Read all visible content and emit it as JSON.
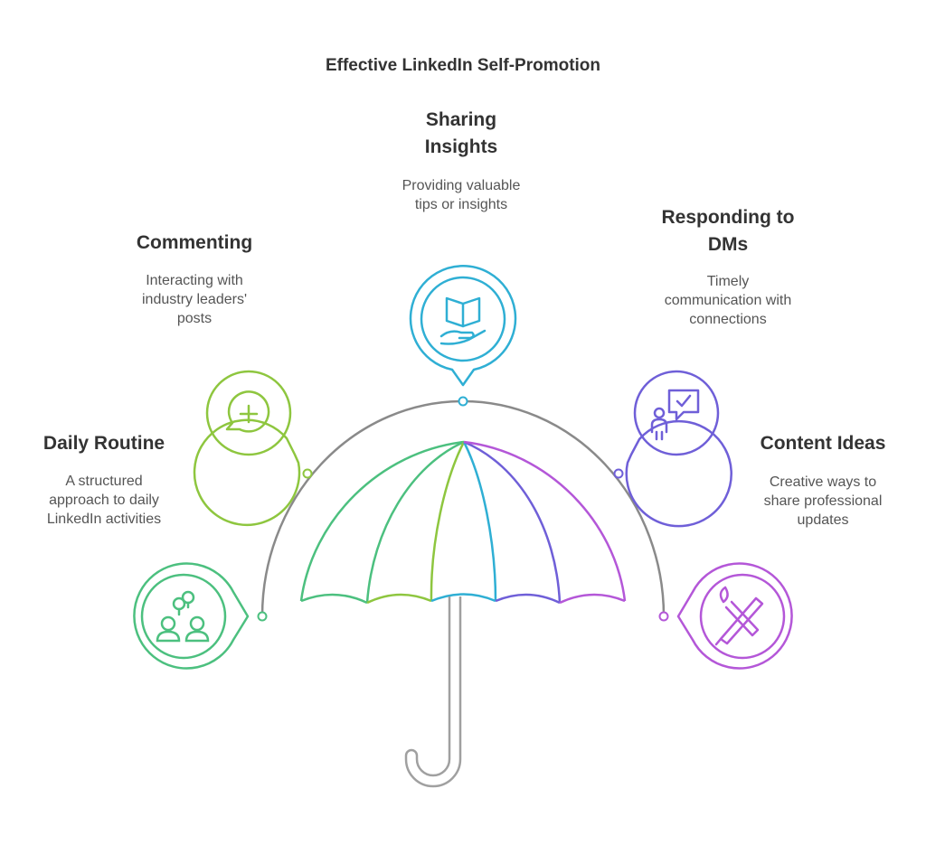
{
  "title": "Effective LinkedIn Self-Promotion",
  "items": [
    {
      "heading": "Daily Routine",
      "description": [
        "A structured",
        "approach to daily",
        "LinkedIn activities"
      ],
      "color": "#4CC07F",
      "icon": "two-people-linked-icon"
    },
    {
      "heading": "Commenting",
      "description": [
        "Interacting with",
        "industry leaders'",
        "posts"
      ],
      "color": "#8EC63F",
      "icon": "comment-plus-icon"
    },
    {
      "heading": "Sharing Insights",
      "heading_lines": [
        "Sharing",
        "Insights"
      ],
      "description": [
        "Providing valuable",
        "tips or insights"
      ],
      "color": "#2FAFD4",
      "icon": "book-in-hand-icon"
    },
    {
      "heading": "Responding to DMs",
      "heading_lines": [
        "Responding to",
        "DMs"
      ],
      "description": [
        "Timely",
        "communication with",
        "connections"
      ],
      "color": "#6F5FD8",
      "icon": "person-message-check-icon"
    },
    {
      "heading": "Content Ideas",
      "description": [
        "Creative ways to",
        "share professional",
        "updates"
      ],
      "color": "#B457D8",
      "icon": "pen-and-brush-icon"
    }
  ],
  "colors": {
    "arc": "#8A8A8A",
    "handle": "#A0A0A0",
    "text_heading": "#333333",
    "text_desc": "#555555"
  }
}
